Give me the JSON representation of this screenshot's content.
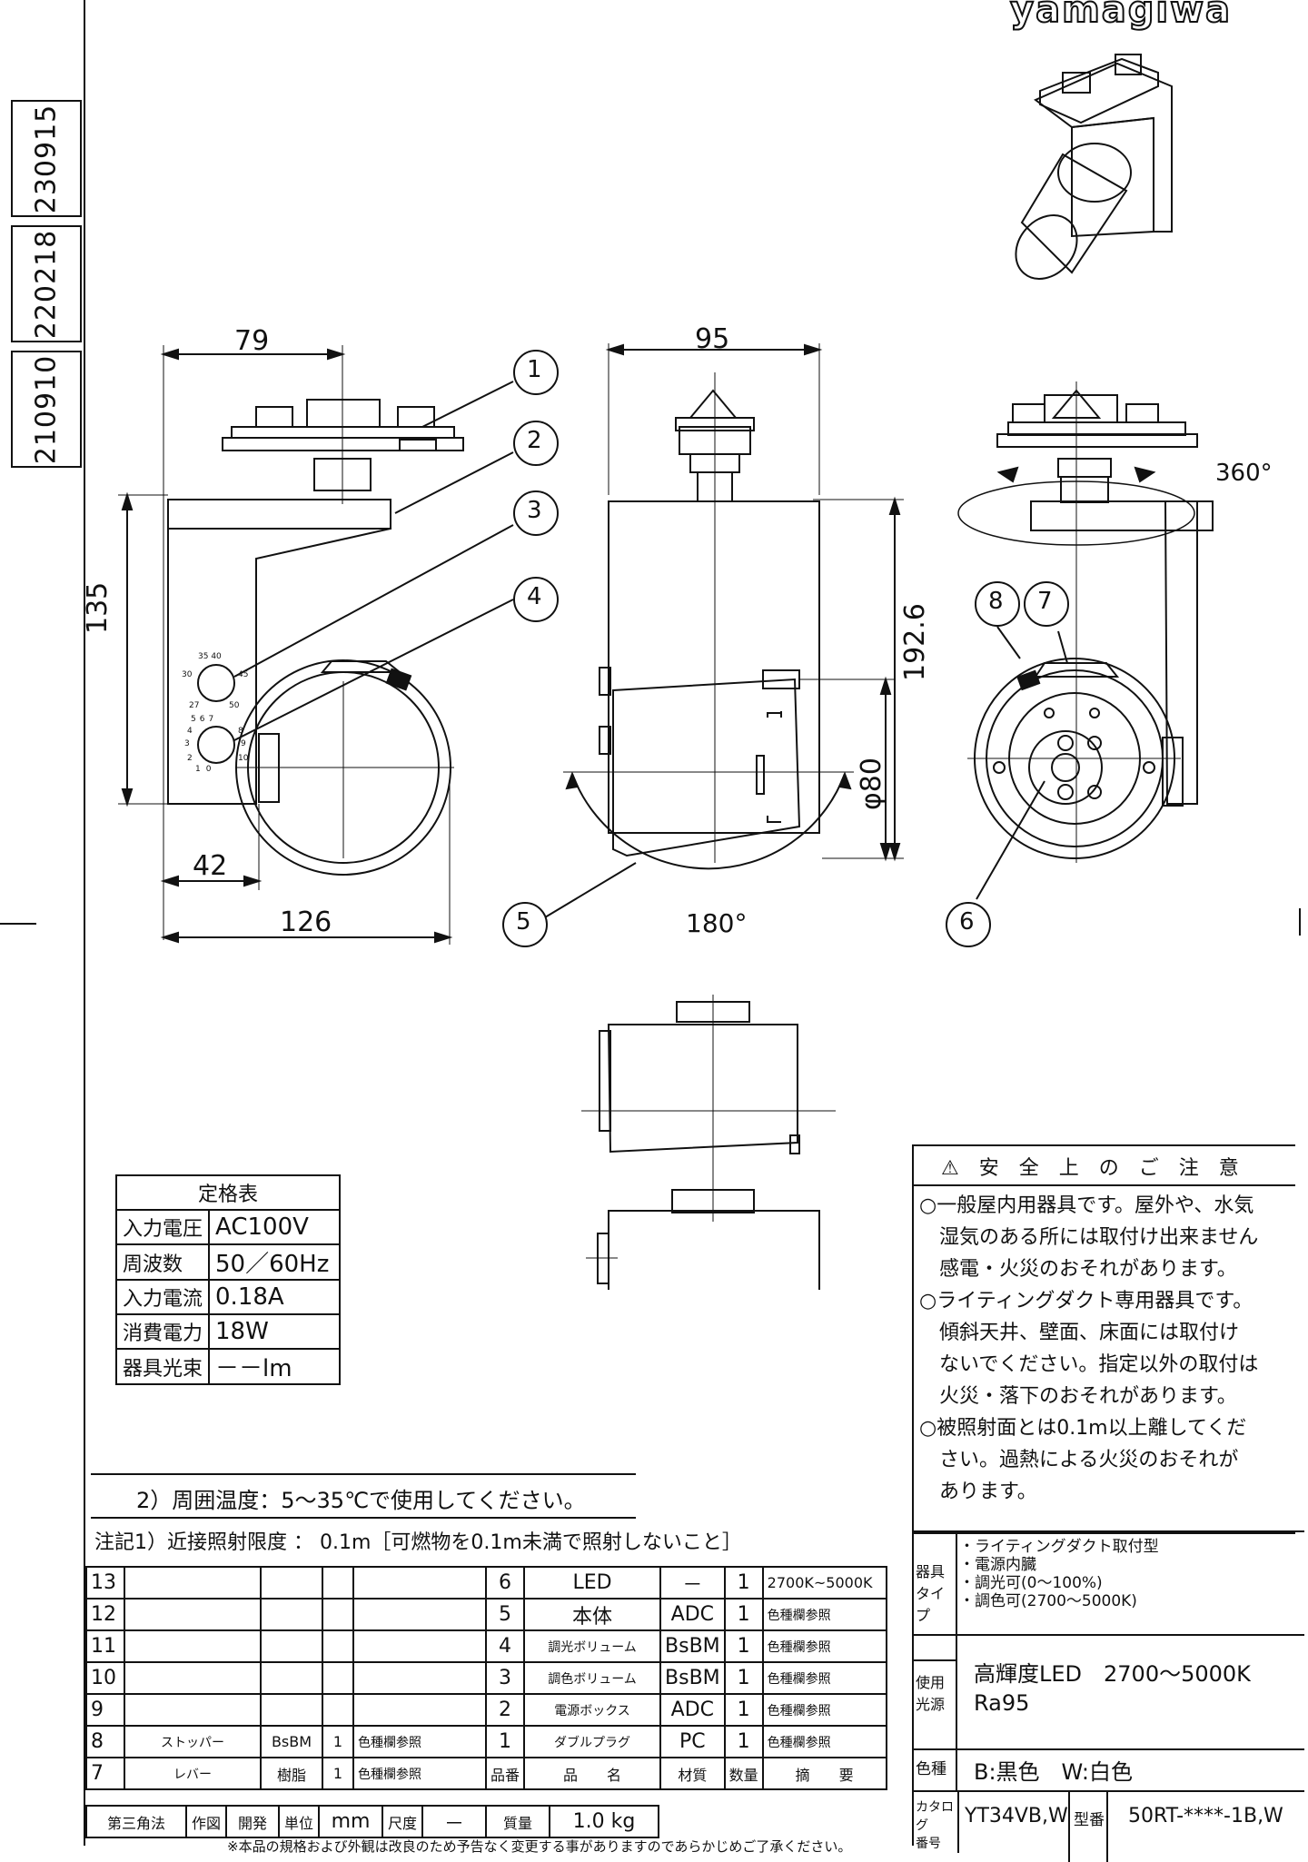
{
  "brand": "yamagiwa",
  "revisions": [
    "230915",
    "220218",
    "210910"
  ],
  "dimensions": {
    "d79": "79",
    "d95": "95",
    "d135": "135",
    "d1926": "192.6",
    "phi80": "φ80",
    "d42": "42",
    "d126": "126",
    "deg360": "360°",
    "deg180": "180°"
  },
  "callouts": [
    "1",
    "2",
    "3",
    "4",
    "5",
    "6",
    "7",
    "8"
  ],
  "dial_top": [
    "35",
    "40",
    "30",
    "45",
    "27",
    "50"
  ],
  "dial_bottom": [
    "5",
    "6",
    "7",
    "4",
    "8",
    "3",
    "9",
    "2",
    "10",
    "1",
    "0"
  ],
  "rating_table": {
    "title": "定格表",
    "rows": [
      {
        "label": "入力電圧",
        "value": "AC100V"
      },
      {
        "label": "周波数",
        "value": "50／60Hz"
      },
      {
        "label": "入力電流",
        "value": "0.18A"
      },
      {
        "label": "消費電力",
        "value": "18W"
      },
      {
        "label": "器具光束",
        "value": "－－lm"
      }
    ]
  },
  "safety": {
    "title": "⚠　安　全　上　の　ご　注　意",
    "lines": [
      "○一般屋内用器具です。屋外や、水気",
      "　湿気のある所には取付け出来ません",
      "　感電・火災のおそれがあります。",
      "○ライティングダクト専用器具です。",
      "　傾斜天井、壁面、床面には取付け",
      "　ないでください。指定以外の取付は",
      "　火災・落下のおそれがあります。",
      "○被照射面とは0.1m以上離してくだ",
      "　さい。過熱による火災のおそれが",
      "　あります。"
    ]
  },
  "notes": {
    "note2": "2）周囲温度：5～35℃で使用してください。",
    "note1": "注記1）近接照射限度 ： 0.1m［可燃物を0.1m未満で照射しないこと］"
  },
  "parts_left": [
    {
      "no": "13",
      "name": "",
      "mat": "",
      "qty": "",
      "note": ""
    },
    {
      "no": "12",
      "name": "",
      "mat": "",
      "qty": "",
      "note": ""
    },
    {
      "no": "11",
      "name": "",
      "mat": "",
      "qty": "",
      "note": ""
    },
    {
      "no": "10",
      "name": "",
      "mat": "",
      "qty": "",
      "note": ""
    },
    {
      "no": "9",
      "name": "",
      "mat": "",
      "qty": "",
      "note": ""
    },
    {
      "no": "8",
      "name": "ストッパー",
      "mat": "BsBM",
      "qty": "1",
      "note": "色種欄参照"
    },
    {
      "no": "7",
      "name": "レバー",
      "mat": "樹脂",
      "qty": "1",
      "note": "色種欄参照"
    }
  ],
  "parts_right": [
    {
      "no": "6",
      "name": "LED",
      "mat": "－",
      "qty": "1",
      "note": "2700K~5000K"
    },
    {
      "no": "5",
      "name": "本体",
      "mat": "ADC",
      "qty": "1",
      "note": "色種欄参照"
    },
    {
      "no": "4",
      "name": "調光ボリューム",
      "mat": "BsBM",
      "qty": "1",
      "note": "色種欄参照"
    },
    {
      "no": "3",
      "name": "調色ボリューム",
      "mat": "BsBM",
      "qty": "1",
      "note": "色種欄参照"
    },
    {
      "no": "2",
      "name": "電源ボックス",
      "mat": "ADC",
      "qty": "1",
      "note": "色種欄参照"
    },
    {
      "no": "1",
      "name": "ダブルプラグ",
      "mat": "PC",
      "qty": "1",
      "note": "色種欄参照"
    }
  ],
  "parts_header": {
    "no": "品番",
    "name": "品　　名",
    "mat": "材質",
    "qty": "数量",
    "note": "摘　　要"
  },
  "footer": {
    "projection": "第三角法",
    "drawn": "作図",
    "dev": "開発",
    "unit_label": "単位",
    "unit": "mm",
    "scale_label": "尺度",
    "scale": "－",
    "mass_label": "質量",
    "mass": "1.0 kg"
  },
  "spec": {
    "type_label": "器具\nタイプ",
    "type_lines": [
      "・ライティングダクト取付型",
      "・電源内臓",
      "・調光可(0～100%)",
      "・調色可(2700～5000K)"
    ],
    "light_label": "使用\n光源",
    "light_lines": [
      "高輝度LED　2700～5000K",
      "Ra95"
    ],
    "color_label": "色種",
    "color_value": "B:黒色　W:白色",
    "catalog_label": "カタログ\n番号",
    "catalog_value": "YT34VB,W",
    "model_label": "型番",
    "model_value": "50RT-****-1B,W"
  },
  "bottom_note": "※本品の規格および外観は改良のため予告なく変更する事がありますのであらかじめご了承ください。"
}
